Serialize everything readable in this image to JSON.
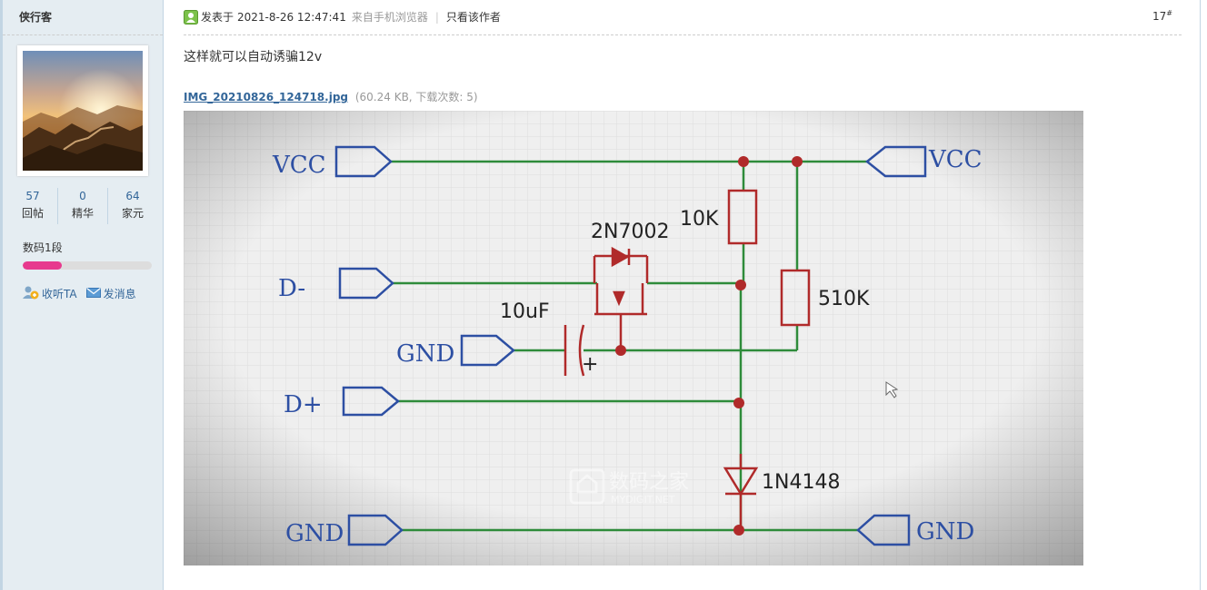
{
  "sidebar": {
    "author_name": "侠行客",
    "stats": [
      {
        "value": "57",
        "label": "回帖"
      },
      {
        "value": "0",
        "label": "精华"
      },
      {
        "value": "64",
        "label": "家元"
      }
    ],
    "level": "数码1段",
    "level_progress": 0.3,
    "actions": {
      "follow": "收听TA",
      "message": "发消息"
    }
  },
  "post": {
    "meta_prefix": "发表于",
    "time": "2021-8-26 12:47:41",
    "source": "来自手机浏览器",
    "separator": "|",
    "only_author": "只看该作者",
    "floor_num": "17",
    "floor_suffix": "#",
    "text": "这样就可以自动诱骗12v",
    "attachment": {
      "name": "IMG_20210826_124718.jpg",
      "info": "(60.24 KB, 下载次数: 5)"
    }
  },
  "schematic": {
    "labels": {
      "vcc_left": "VCC",
      "vcc_right": "VCC",
      "d_minus": "D-",
      "gnd_cap": "GND",
      "d_plus": "D+",
      "gnd_left": "GND",
      "gnd_right": "GND",
      "mosfet": "2N7002",
      "r_top": "10K",
      "r_right": "510K",
      "cap": "10uF",
      "cap_plus": "+",
      "diode": "1N4148"
    },
    "watermark": {
      "cn": "数码之家",
      "en": "MYDIGIT.NET"
    }
  }
}
